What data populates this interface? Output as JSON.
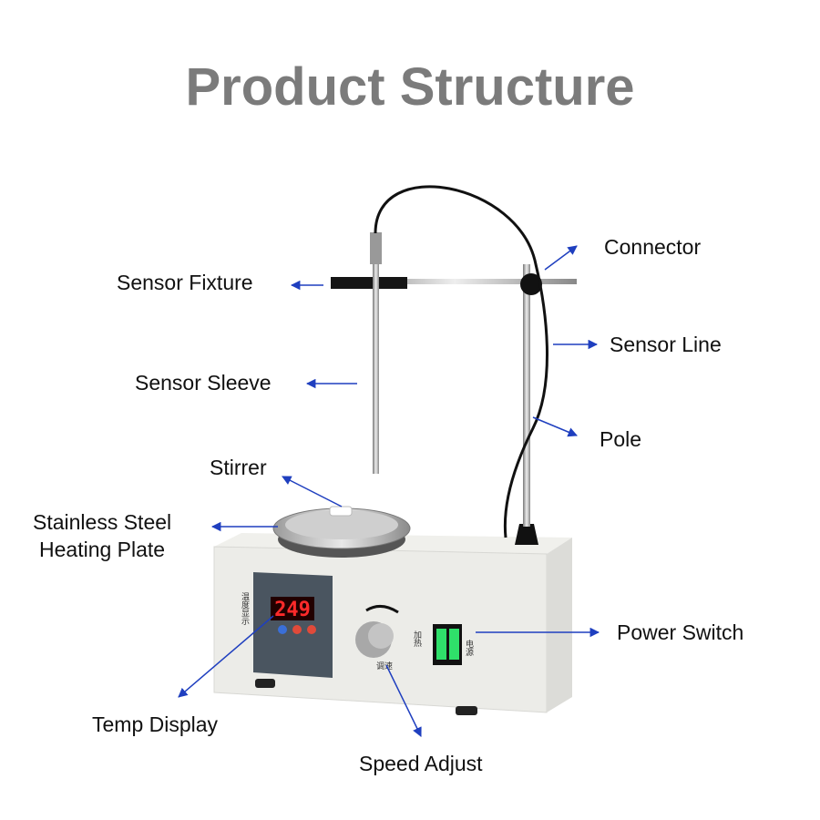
{
  "title": "Product Structure",
  "labels": {
    "connector": "Connector",
    "sensor_fixture": "Sensor Fixture",
    "sensor_line": "Sensor Line",
    "sensor_sleeve": "Sensor Sleeve",
    "pole": "Pole",
    "stirrer": "Stirrer",
    "heating_plate_line1": "Stainless Steel",
    "heating_plate_line2": "Heating Plate",
    "power_switch": "Power Switch",
    "temp_display": "Temp Display",
    "speed_adjust": "Speed Adjust"
  },
  "device": {
    "display_reading": "249",
    "panel_text_temp": "温度显示",
    "panel_text_speed": "调速",
    "panel_text_heat": "加热",
    "panel_text_power": "电源"
  },
  "colors": {
    "arrow": "#1f3fbf",
    "title": "#7b7b7b",
    "display": "#ff2a2a",
    "switch": "#2fe06a"
  }
}
